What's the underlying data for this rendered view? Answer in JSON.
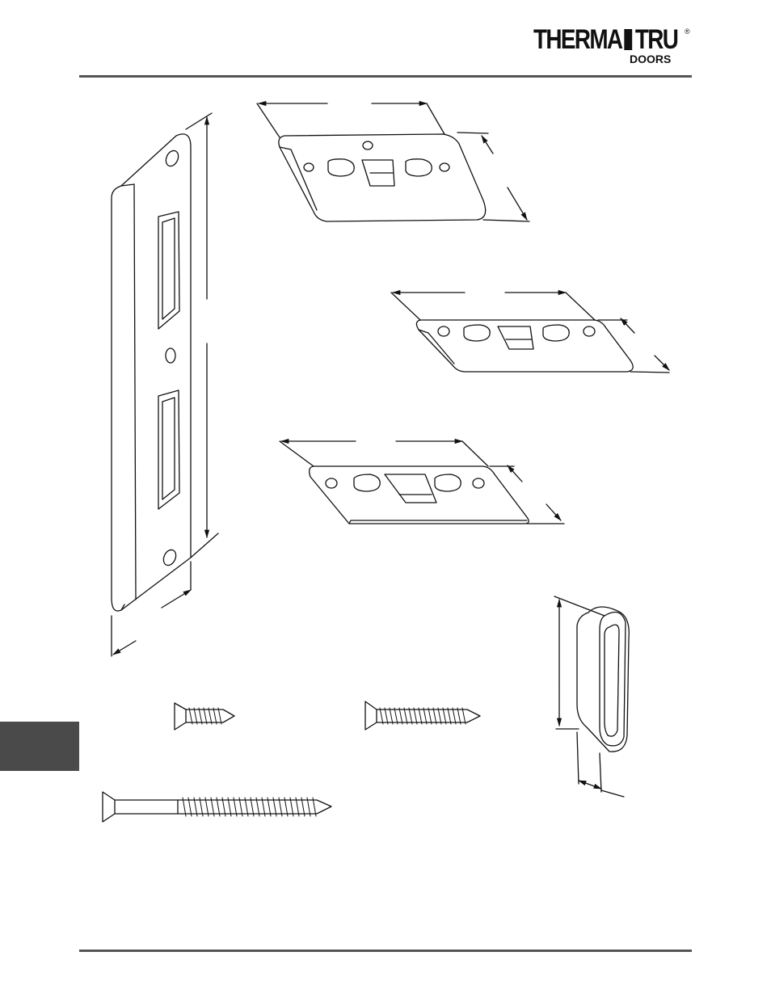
{
  "header": {
    "brand_name": "THERMA",
    "brand_name_2": "TRU",
    "brand_sub": "DOORS",
    "registered_mark": "®"
  },
  "colors": {
    "rule": "#555555",
    "side_tab": "#4a4a4a",
    "ink": "#111111"
  },
  "figures": [
    {
      "name": "tall-strike-plate"
    },
    {
      "name": "strike-plate-a"
    },
    {
      "name": "strike-plate-b"
    },
    {
      "name": "strike-plate-c"
    },
    {
      "name": "bolt-cup"
    },
    {
      "name": "short-screw"
    },
    {
      "name": "medium-screw"
    },
    {
      "name": "long-wood-screw"
    }
  ]
}
